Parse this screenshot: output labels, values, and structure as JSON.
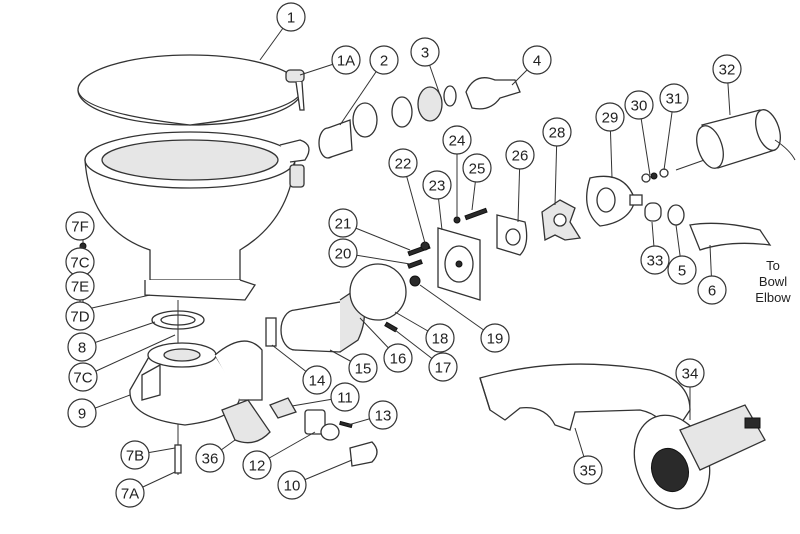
{
  "diagram": {
    "title": "Exploded parts diagram - marine toilet",
    "callouts": [
      "1",
      "1A",
      "2",
      "3",
      "4",
      "32",
      "30",
      "31",
      "29",
      "28",
      "26",
      "24",
      "25",
      "22",
      "23",
      "21",
      "20",
      "7F",
      "7C",
      "7E",
      "7D",
      "8",
      "7C",
      "9",
      "7B",
      "7A",
      "36",
      "12",
      "10",
      "13",
      "11",
      "14",
      "15",
      "16",
      "17",
      "18",
      "19",
      "33",
      "5",
      "6",
      "35",
      "34"
    ],
    "note_lines": [
      "To",
      "Bowl",
      "Elbow"
    ]
  }
}
